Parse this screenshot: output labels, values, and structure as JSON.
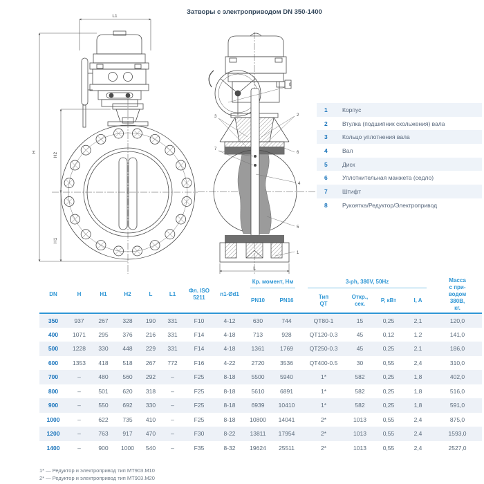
{
  "title": "Затворы с электроприводом DN 350-1400",
  "colors": {
    "accent_blue": "#1b75bc",
    "header_blue": "#2e96d5",
    "row_shade": "#edf1f7",
    "legend_shade": "#eef3f9",
    "body_text": "#5b6b7b",
    "title_text": "#33475b",
    "disc_gray": "#9b9b9b",
    "seat_gray": "#6f6f6f"
  },
  "legend": {
    "items": [
      {
        "num": "1",
        "label": "Корпус"
      },
      {
        "num": "2",
        "label": "Втулка (подшипник скольжения) вала"
      },
      {
        "num": "3",
        "label": "Кольцо уплотнения вала"
      },
      {
        "num": "4",
        "label": "Вал"
      },
      {
        "num": "5",
        "label": "Диск"
      },
      {
        "num": "6",
        "label": "Уплотнительная манжета (седло)"
      },
      {
        "num": "7",
        "label": "Штифт"
      },
      {
        "num": "8",
        "label": "Рукоятка/Редуктор/Электропривод"
      }
    ]
  },
  "table": {
    "main_cols": [
      "DN",
      "H",
      "H1",
      "H2",
      "L",
      "L1",
      "Фл. ISO\n5211",
      "n1-Ød1"
    ],
    "torque_group": "Кр. момент, Нм",
    "torque_cols": [
      "PN10",
      "PN16"
    ],
    "power_group": "3-ph, 380V, 50Hz",
    "power_cols": [
      "Тип\nQT",
      "Откр.,\nсек.",
      "P, кВт",
      "I, A"
    ],
    "mass_col": "Масса\nс при-\nводом\n380В,\nкг.",
    "rows": [
      [
        "350",
        "937",
        "267",
        "328",
        "190",
        "331",
        "F10",
        "4-12",
        "630",
        "744",
        "QT80-1",
        "15",
        "0,25",
        "2,1",
        "120,0"
      ],
      [
        "400",
        "1071",
        "295",
        "376",
        "216",
        "331",
        "F14",
        "4-18",
        "713",
        "928",
        "QT120-0.3",
        "45",
        "0,12",
        "1,2",
        "141,0"
      ],
      [
        "500",
        "1228",
        "330",
        "448",
        "229",
        "331",
        "F14",
        "4-18",
        "1361",
        "1769",
        "QT250-0.3",
        "45",
        "0,25",
        "2,1",
        "186,0"
      ],
      [
        "600",
        "1353",
        "418",
        "518",
        "267",
        "772",
        "F16",
        "4-22",
        "2720",
        "3536",
        "QT400-0.5",
        "30",
        "0,55",
        "2,4",
        "310,0"
      ],
      [
        "700",
        "–",
        "480",
        "560",
        "292",
        "–",
        "F25",
        "8-18",
        "5500",
        "5940",
        "1*",
        "582",
        "0,25",
        "1,8",
        "402,0"
      ],
      [
        "800",
        "–",
        "501",
        "620",
        "318",
        "–",
        "F25",
        "8-18",
        "5610",
        "6891",
        "1*",
        "582",
        "0,25",
        "1,8",
        "516,0"
      ],
      [
        "900",
        "–",
        "550",
        "692",
        "330",
        "–",
        "F25",
        "8-18",
        "6939",
        "10410",
        "1*",
        "582",
        "0,25",
        "1,8",
        "591,0"
      ],
      [
        "1000",
        "–",
        "622",
        "735",
        "410",
        "–",
        "F25",
        "8-18",
        "10800",
        "14041",
        "2*",
        "1013",
        "0,55",
        "2,4",
        "875,0"
      ],
      [
        "1200",
        "–",
        "763",
        "917",
        "470",
        "–",
        "F30",
        "8-22",
        "13811",
        "17954",
        "2*",
        "1013",
        "0,55",
        "2,4",
        "1593,0"
      ],
      [
        "1400",
        "–",
        "900",
        "1000",
        "540",
        "–",
        "F35",
        "8-32",
        "19624",
        "25511",
        "2*",
        "1013",
        "0,55",
        "2,4",
        "2527,0"
      ]
    ]
  },
  "footnotes": [
    "1* — Редуктор и электропривод тип MT903.M10",
    "2* — Редуктор и электропривод тип MT903.M20"
  ],
  "drawing": {
    "l1": "L1",
    "h": "H",
    "h2": "H2",
    "h1": "H1",
    "l": "L",
    "callouts": [
      "1",
      "2",
      "3",
      "4",
      "5",
      "6",
      "7",
      "8"
    ]
  }
}
